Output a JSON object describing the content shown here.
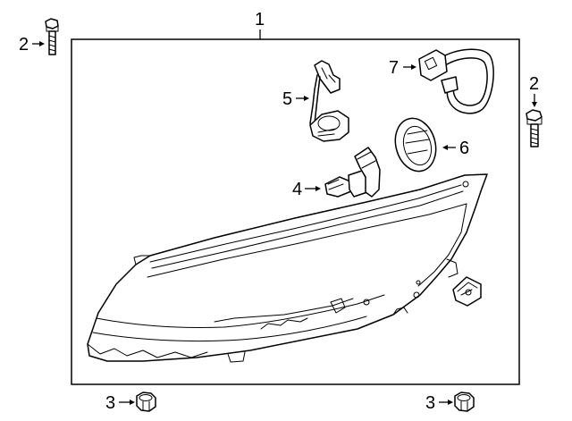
{
  "callouts": {
    "c1": "1",
    "c2_left": "2",
    "c2_right": "2",
    "c3_left": "3",
    "c3_right": "3",
    "c4": "4",
    "c5": "5",
    "c6": "6",
    "c7": "7"
  }
}
